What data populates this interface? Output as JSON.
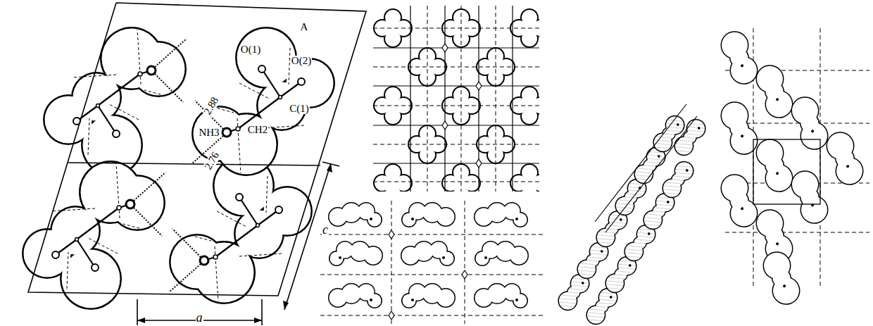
{
  "diagram": {
    "labels": [
      "A",
      "O(1)",
      "O(2)",
      "C(1)",
      "NH3",
      "CH2",
      "2.88",
      "2.76",
      "a",
      "c"
    ]
  }
}
